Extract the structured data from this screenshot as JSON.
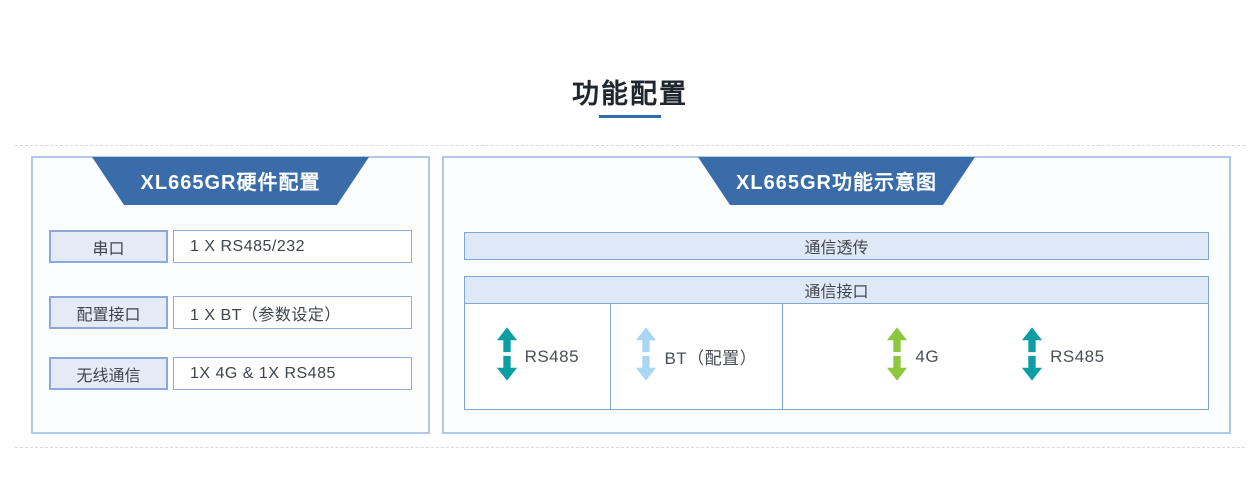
{
  "page": {
    "title": "功能配置"
  },
  "left_panel": {
    "header": "XL665GR硬件配置",
    "rows": [
      {
        "label": "串口",
        "value": "1 X RS485/232"
      },
      {
        "label": "配置接口",
        "value": "1 X BT（参数设定）"
      },
      {
        "label": "无线通信",
        "value": "1X 4G & 1X RS485"
      }
    ]
  },
  "right_panel": {
    "header": "XL665GR功能示意图",
    "passthrough_bar": "通信透传",
    "interface_table": {
      "header": "通信接口",
      "cells": [
        {
          "label": "RS485",
          "arrow_icon": "double-vertical-arrow",
          "arrow_color": "#0d9ea3"
        },
        {
          "label": "BT（配置）",
          "arrow_icon": "double-vertical-arrow",
          "arrow_color": "#a8d6f3"
        },
        {
          "items": [
            {
              "label": "4G",
              "arrow_icon": "double-vertical-arrow",
              "arrow_color": "#8dc63f"
            },
            {
              "label": "RS485",
              "arrow_icon": "double-vertical-arrow",
              "arrow_color": "#0d9ea3"
            }
          ]
        }
      ]
    }
  },
  "colors": {
    "header_trapezoid_blue": "#3a6ca9",
    "title_underline_blue": "#2e6cad",
    "panel_border_blue": "#afc9e9",
    "box_border_blue": "#8ca9db",
    "bar_fill_blue": "#dfe8f6",
    "teal_arrow": "#0d9ea3",
    "lightblue_arrow": "#a8d6f3",
    "green_arrow": "#8dc63f"
  }
}
